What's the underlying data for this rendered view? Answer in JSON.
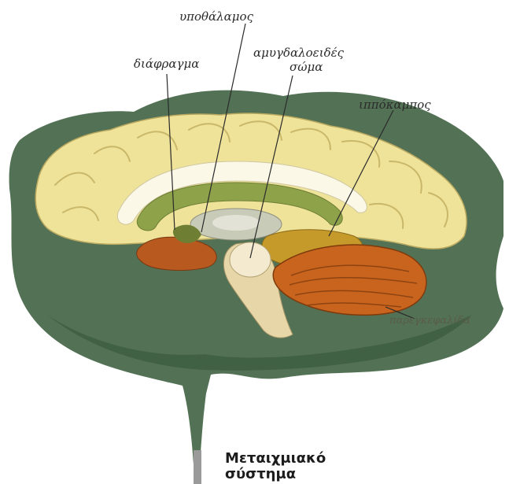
{
  "labels": {
    "hypothalamus": "υποθάλαμος",
    "septum": "διάφραγμα",
    "amygdala_line1": "αμυγδαλοειδές",
    "amygdala_line2": "σώμα",
    "hippocampus": "ιππόκαμπος",
    "cerebellum": "παρεγκεφαλίδα"
  },
  "caption": {
    "line1": "Μεταιχμιακό",
    "line2": "σύστημα"
  },
  "colors": {
    "background_blob": "#4a6a4c",
    "cortex": "#efe39a",
    "limbic_ring": "#8ea24a",
    "brainstem": "#e6d6a8",
    "cerebellum": "#c8641e",
    "amygdala_region": "#b85a20"
  }
}
